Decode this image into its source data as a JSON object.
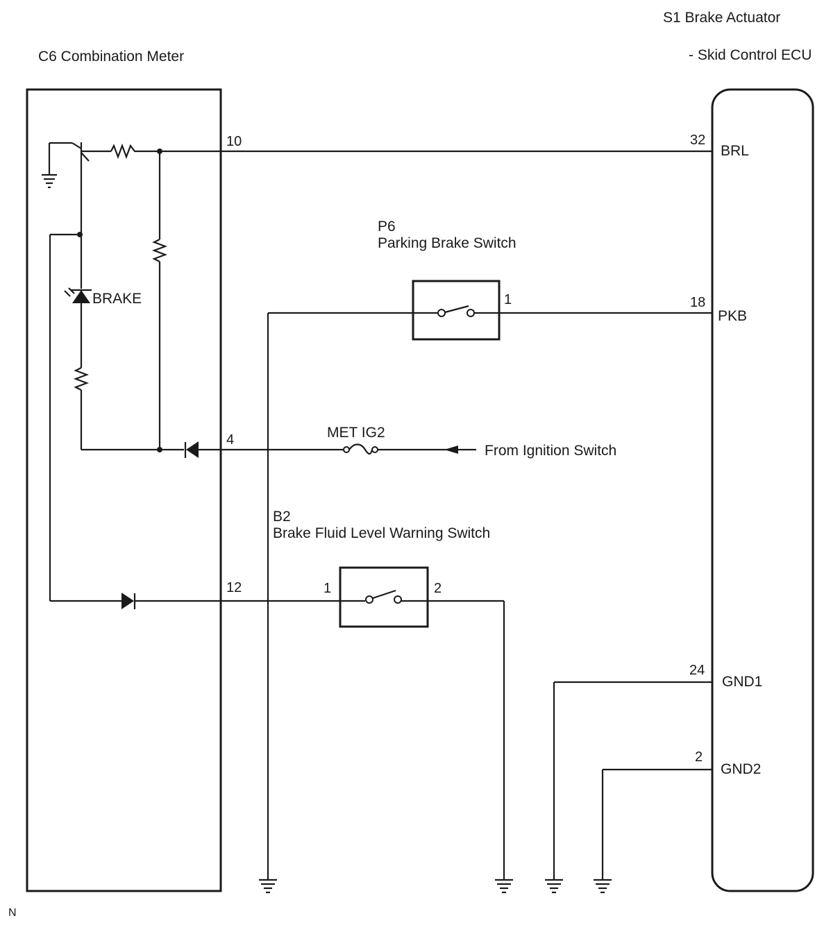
{
  "components": {
    "meter": {
      "line1": "C6  Combination Meter"
    },
    "ecu": {
      "line1": "S1 Brake Actuator",
      "line2": "- Skid Control ECU"
    },
    "parking_switch": {
      "code": "P6",
      "name": "Parking Brake Switch"
    },
    "fluid_switch": {
      "code": "B2",
      "name": "Brake Fluid Level Warning Switch"
    }
  },
  "meter_pins": {
    "brl": "10",
    "ig": "4",
    "fluid": "12"
  },
  "ecu_pins": {
    "brl": {
      "num": "32",
      "name": "BRL"
    },
    "pkb": {
      "num": "18",
      "name": "PKB"
    },
    "gnd1": {
      "num": "24",
      "name": "GND1"
    },
    "gnd2": {
      "num": "2",
      "name": "GND2"
    }
  },
  "parking_switch_pin": "1",
  "fluid_switch_pins": {
    "a": "1",
    "b": "2"
  },
  "fuse": "MET IG2",
  "lamp": "BRAKE",
  "source": "From Ignition Switch",
  "footer": "N"
}
